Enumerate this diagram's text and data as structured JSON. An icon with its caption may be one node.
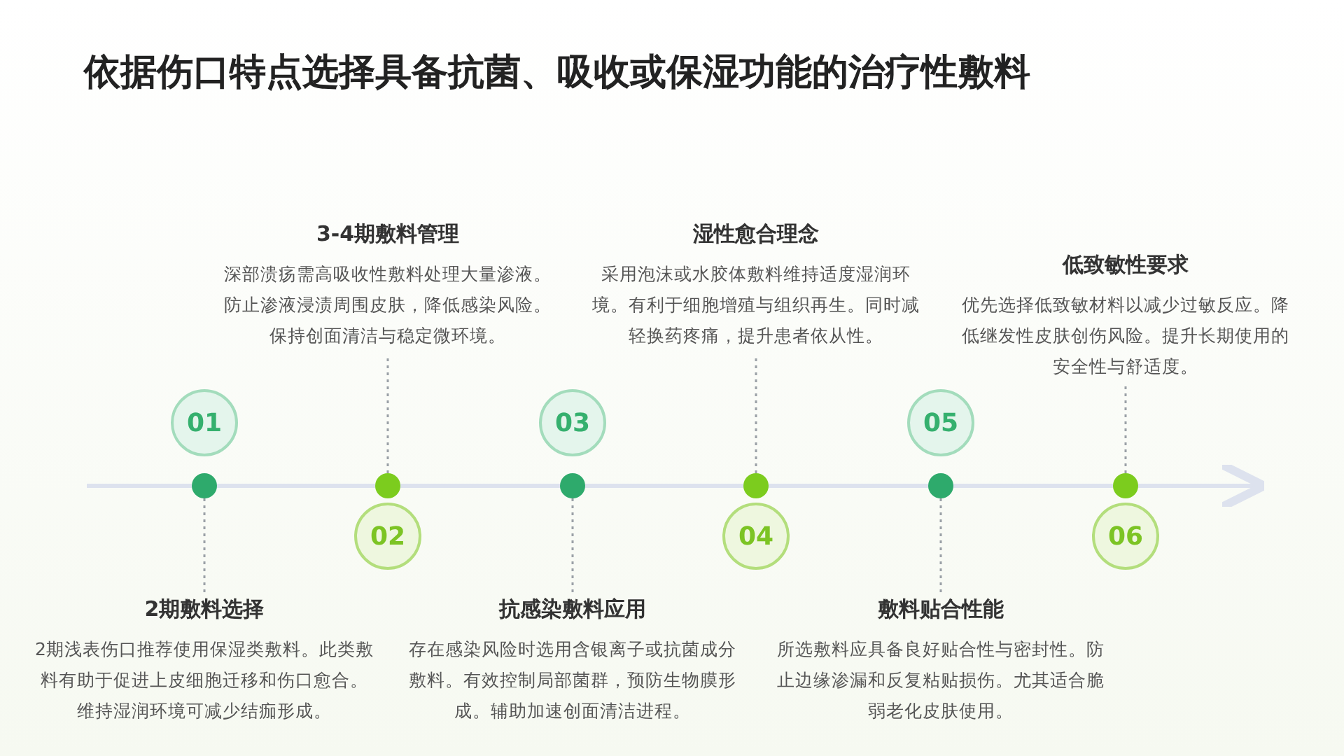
{
  "diagram": {
    "title": "依据伤口特点选择具备抗菌、吸收或保湿功能的治疗性敷料",
    "nodes": [
      {
        "text": [
          "01"
        ]
      },
      {
        "text": [],
        "shape": "circle"
      },
      {
        "text": [
          "2期敷料选择",
          "2期浅表伤口推荐使用保湿类敷料。此类敷料有助于促进上皮细胞迁移和伤口愈合。维持湿润环境可减少结痂形成。"
        ]
      },
      {
        "text": [
          "02"
        ]
      },
      {
        "text": [],
        "shape": "circle"
      },
      {
        "text": [
          "3-4期敷料管理",
          "深部溃疡需高吸收性敷料处理大量渗液。防止渗液浸渍周围皮肤，降低感染风险。保持创面清洁与稳定微环境。"
        ]
      },
      {
        "text": [
          "03"
        ]
      },
      {
        "text": [],
        "shape": "circle"
      },
      {
        "text": [
          "抗感染敷料应用",
          "存在感染风险时选用含银离子或抗菌成分敷料。有效控制局部菌群，预防生物膜形成。辅助加速创面清洁进程。"
        ]
      },
      {
        "text": [
          "04"
        ]
      },
      {
        "text": [],
        "shape": "circle"
      },
      {
        "text": [
          "湿性愈合理念",
          "采用泡沫或水胶体敷料维持适度湿润环境。有利于细胞增殖与组织再生。同时减轻换药疼痛，提升患者依从性。"
        ]
      },
      {
        "text": [
          "05"
        ]
      },
      {
        "text": [],
        "shape": "circle"
      },
      {
        "text": [
          "敷料贴合性能",
          "所选敷料应具备良好贴合性与密封性。防止边缘渗漏和反复粘贴损伤。尤其适合脆弱老化皮肤使用。"
        ]
      },
      {
        "text": [
          "06"
        ]
      },
      {
        "text": [],
        "shape": "circle"
      },
      {
        "text": [
          "低致敏性要求",
          "优先选择低致敏材料以减少过敏反应。降低继发性皮肤创伤风险。提升长期使用的安全性与舒适度。"
        ]
      }
    ],
    "edges": [
      {
        "from": 1,
        "to": 2,
        "arrow": "none",
        "style": "dashed"
      },
      {
        "from": 4,
        "to": 5,
        "arrow": "none",
        "style": "dashed"
      },
      {
        "from": 7,
        "to": 8,
        "arrow": "none",
        "style": "dashed"
      },
      {
        "from": 10,
        "to": 11,
        "arrow": "none",
        "style": "dashed"
      },
      {
        "from": 13,
        "to": 14,
        "arrow": "none",
        "style": "dashed"
      },
      {
        "from": 16,
        "to": 17,
        "arrow": "none",
        "style": "dashed"
      }
    ]
  }
}
